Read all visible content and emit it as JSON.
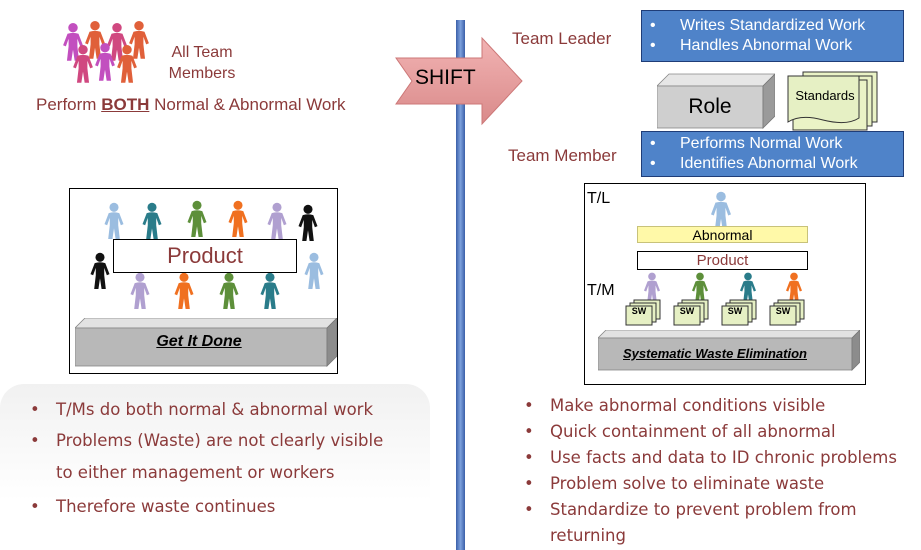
{
  "shift_label": "SHIFT",
  "left": {
    "all_team_line1": "All Team",
    "all_team_line2": "Members",
    "perform_prefix": "Perform ",
    "perform_emphasis": "BOTH",
    "perform_suffix": " Normal & Abnormal Work",
    "product_label": "Product",
    "base_label": "Get It Done",
    "bullets": [
      "T/Ms do both normal & abnormal work",
      "Problems (Waste) are not clearly visible",
      "to either management or workers",
      "Therefore waste continues"
    ]
  },
  "right": {
    "team_leader_label": "Team Leader",
    "team_leader_items": [
      "Writes Standardized Work",
      "Handles Abnormal Work"
    ],
    "role_label": "Role",
    "standards_label": "Standards",
    "team_member_label": "Team Member",
    "team_member_items": [
      "Performs Normal Work",
      "Identifies Abnormal Work"
    ],
    "tl_label": "T/L",
    "tm_label": "T/M",
    "abnormal_label": "Abnormal",
    "product_label": "Product",
    "sw_label": "SW",
    "base_label": "Systematic Waste Elimination",
    "bullets": [
      "Make abnormal conditions visible",
      "Quick containment of all abnormal",
      "Use facts and data to ID chronic problems",
      "Problem solve to eliminate waste",
      "Standardize to prevent problem from",
      "returning"
    ]
  },
  "colors": {
    "text_accent": "#8B3A3A",
    "box_blue": "#4f83c9",
    "arrow_pink": "#e9a0a0",
    "abnormal_yellow": "#fff9a8",
    "sw_green": "#e6f0c4"
  },
  "icons": {
    "person": "person-icon",
    "group": "team-group-icon",
    "document_stack": "document-stack-icon"
  }
}
